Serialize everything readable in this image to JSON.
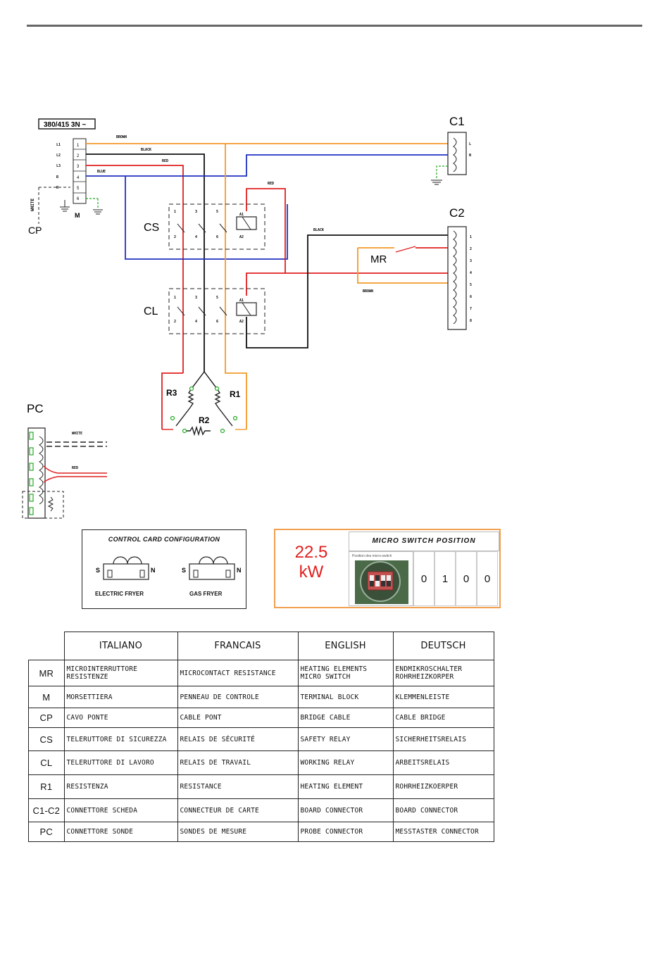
{
  "supply_label": "380/415 3N ~",
  "terminal": {
    "phases": [
      "L1",
      "L2",
      "L3",
      "R",
      "R"
    ],
    "numbers": [
      "1",
      "2",
      "3",
      "4",
      "5",
      "6"
    ],
    "label": "M"
  },
  "wire_labels": {
    "orange_top": "BROWN",
    "black": "BLACK",
    "red": "RED",
    "blue": "BLUE",
    "red_right": "RED",
    "black_right": "BLACK",
    "orange_right": "BROWN",
    "white_side": "WHITE",
    "pc_white": "WHITE",
    "pc_red": "RED"
  },
  "components": {
    "C1": "C1",
    "C1_pins": [
      "L",
      "N"
    ],
    "C2": "C2",
    "C2_pins": [
      "1",
      "2",
      "3",
      "4",
      "5",
      "6",
      "7",
      "8"
    ],
    "CS": "CS",
    "CL": "CL",
    "MR": "MR",
    "CP": "CP",
    "PC": "PC",
    "R1": "R1",
    "R2": "R2",
    "R3": "R3",
    "relay_pins_top": [
      "1",
      "3",
      "5",
      "A1"
    ],
    "relay_pins_bottom": [
      "2",
      "4",
      "6",
      "A2"
    ]
  },
  "control_card": {
    "title": "CONTROL CARD CONFIGURATION",
    "left_caption": "ELECTRIC FRYER",
    "right_caption": "GAS FRYER",
    "pin_s": "S",
    "pin_n": "N"
  },
  "micro_switch": {
    "power_value": "22.5",
    "power_unit": "kW",
    "header": "MICRO SWITCH POSITION",
    "photo_caption": "Position des micro-switch",
    "positions": [
      "0",
      "1",
      "0",
      "0"
    ]
  },
  "legend": {
    "headers": [
      "ITALIANO",
      "FRANCAIS",
      "ENGLISH",
      "DEUTSCH"
    ],
    "rows": [
      {
        "code": "MR",
        "it": "MICROINTERRUTTORE RESISTENZE",
        "fr": "MICROCONTACT RESISTANCE",
        "en": "HEATING ELEMENTS MICRO SWITCH",
        "de": "ENDMIKROSCHALTER ROHRHEIZKORPER"
      },
      {
        "code": "M",
        "it": "MORSETTIERA",
        "fr": "PENNEAU DE CONTROLE",
        "en": "TERMINAL BLOCK",
        "de": "KLEMMENLEISTE"
      },
      {
        "code": "CP",
        "it": "CAVO PONTE",
        "fr": "CABLE PONT",
        "en": "BRIDGE CABLE",
        "de": "CABLE BRIDGE"
      },
      {
        "code": "CS",
        "it": "TELERUTTORE DI SICUREZZA",
        "fr": "RELAIS DE SÉCURITÉ",
        "en": "SAFETY RELAY",
        "de": "SICHERHEITSRELAIS"
      },
      {
        "code": "CL",
        "it": "TELERUTTORE DI LAVORO",
        "fr": "RELAIS DE TRAVAIL",
        "en": "WORKING RELAY",
        "de": "ARBEITSRELAIS"
      },
      {
        "code": "R1",
        "it": "RESISTENZA",
        "fr": "RESISTANCE",
        "en": "HEATING ELEMENT",
        "de": "ROHRHEIZKOERPER"
      },
      {
        "code": "C1-C2",
        "it": "CONNETTORE SCHEDA",
        "fr": "CONNECTEUR DE CARTE",
        "en": "BOARD CONNECTOR",
        "de": "BOARD CONNECTOR"
      },
      {
        "code": "PC",
        "it": "CONNETTORE SONDE",
        "fr": "SONDES DE MESURE",
        "en": "PROBE CONNECTOR",
        "de": "MESSTASTER CONNECTOR"
      }
    ]
  }
}
